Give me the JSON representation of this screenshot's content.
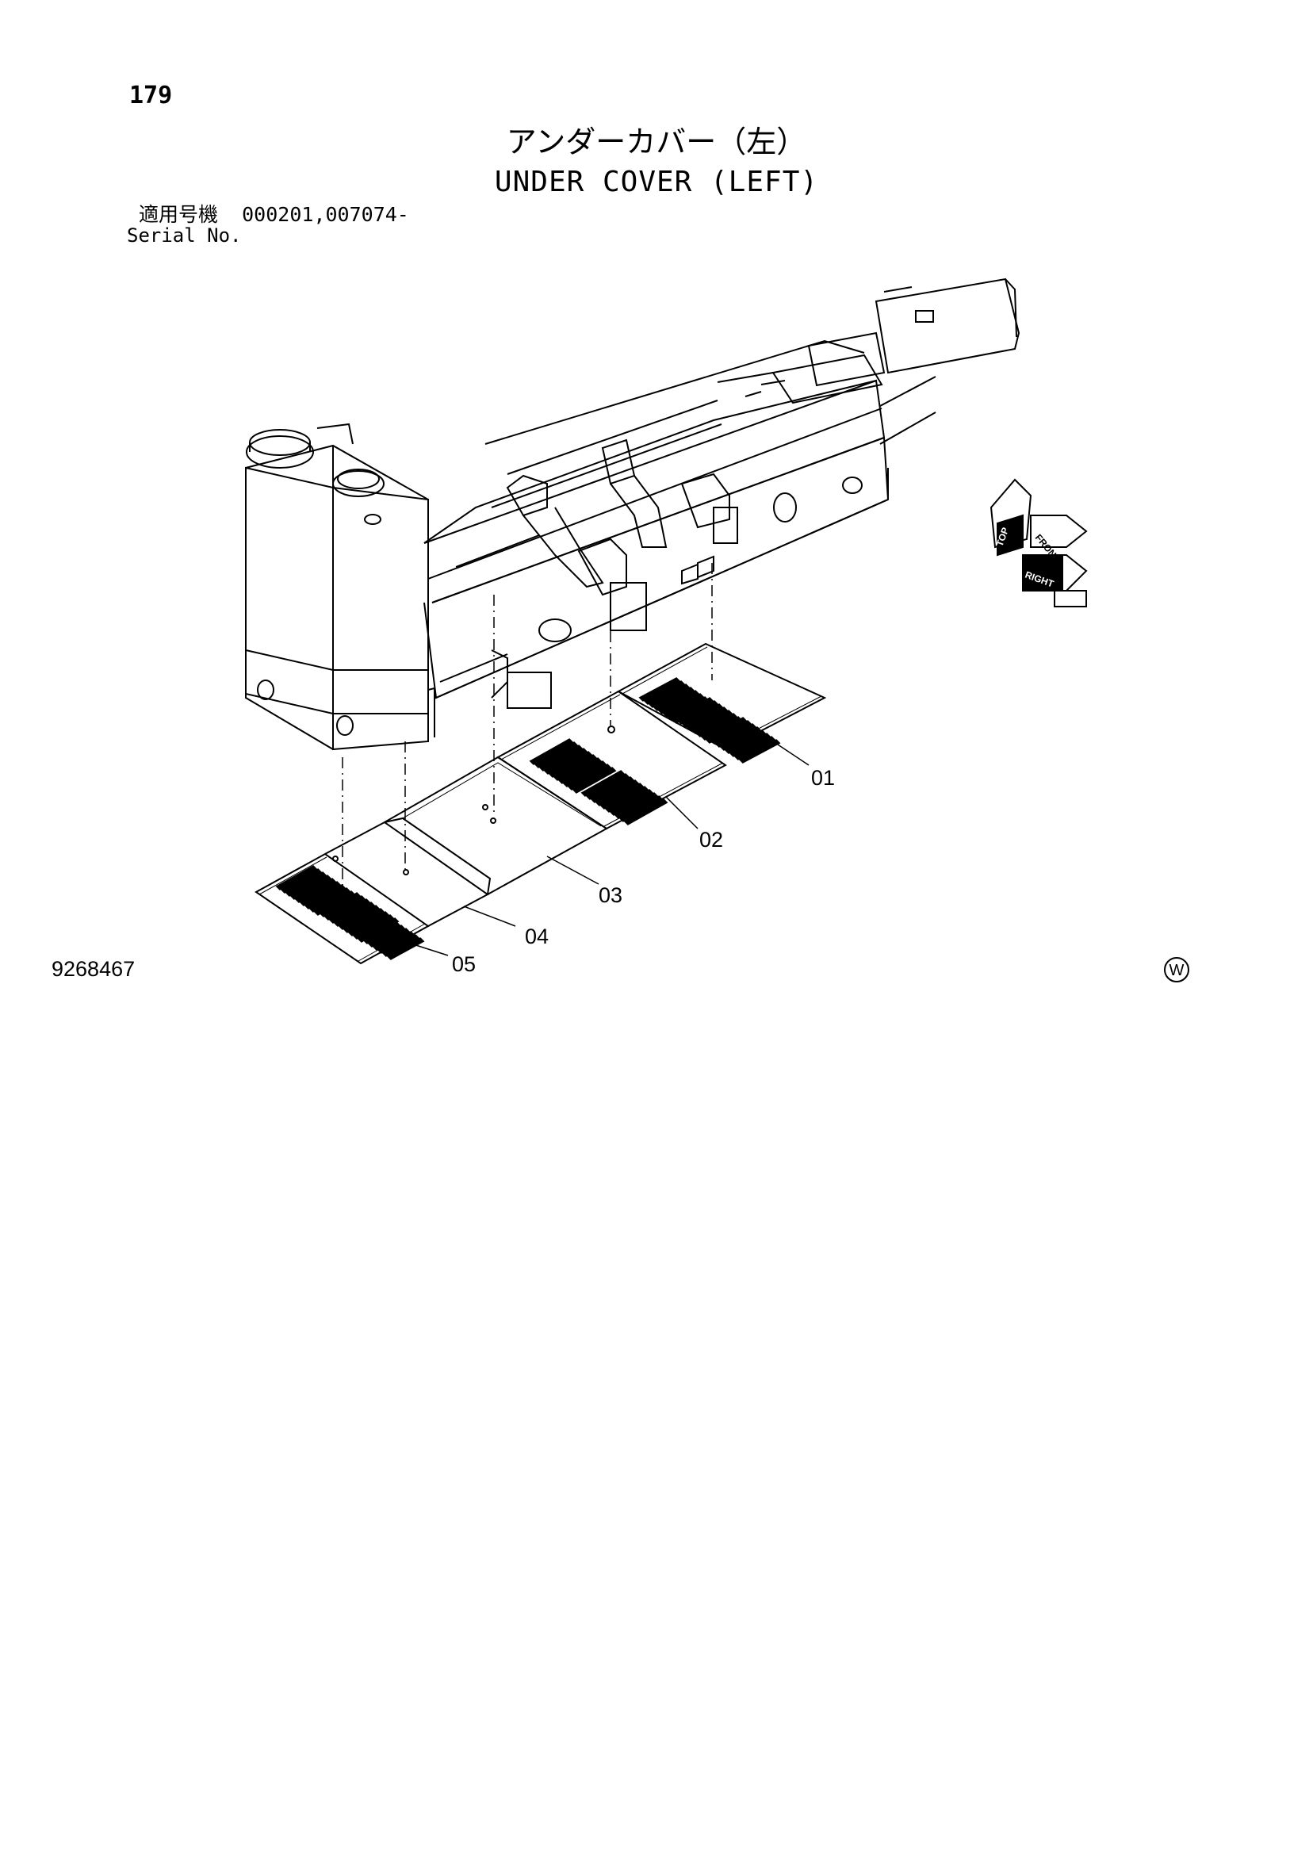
{
  "page": {
    "number": "179",
    "title_jp": "アンダーカバー（左）",
    "title_en": "UNDER COVER (LEFT)",
    "serial_label_jp": "適用号機",
    "serial_values": "000201,007074-",
    "serial_label_en": "Serial No.",
    "drawing_number": "9268467",
    "mark": "W"
  },
  "callouts": [
    {
      "id": "01",
      "label": "01"
    },
    {
      "id": "02",
      "label": "02"
    },
    {
      "id": "03",
      "label": "03"
    },
    {
      "id": "04",
      "label": "04"
    },
    {
      "id": "05",
      "label": "05"
    }
  ],
  "direction_indicator": {
    "top": "TOP",
    "front": "FRONT",
    "right": "RIGHT"
  }
}
